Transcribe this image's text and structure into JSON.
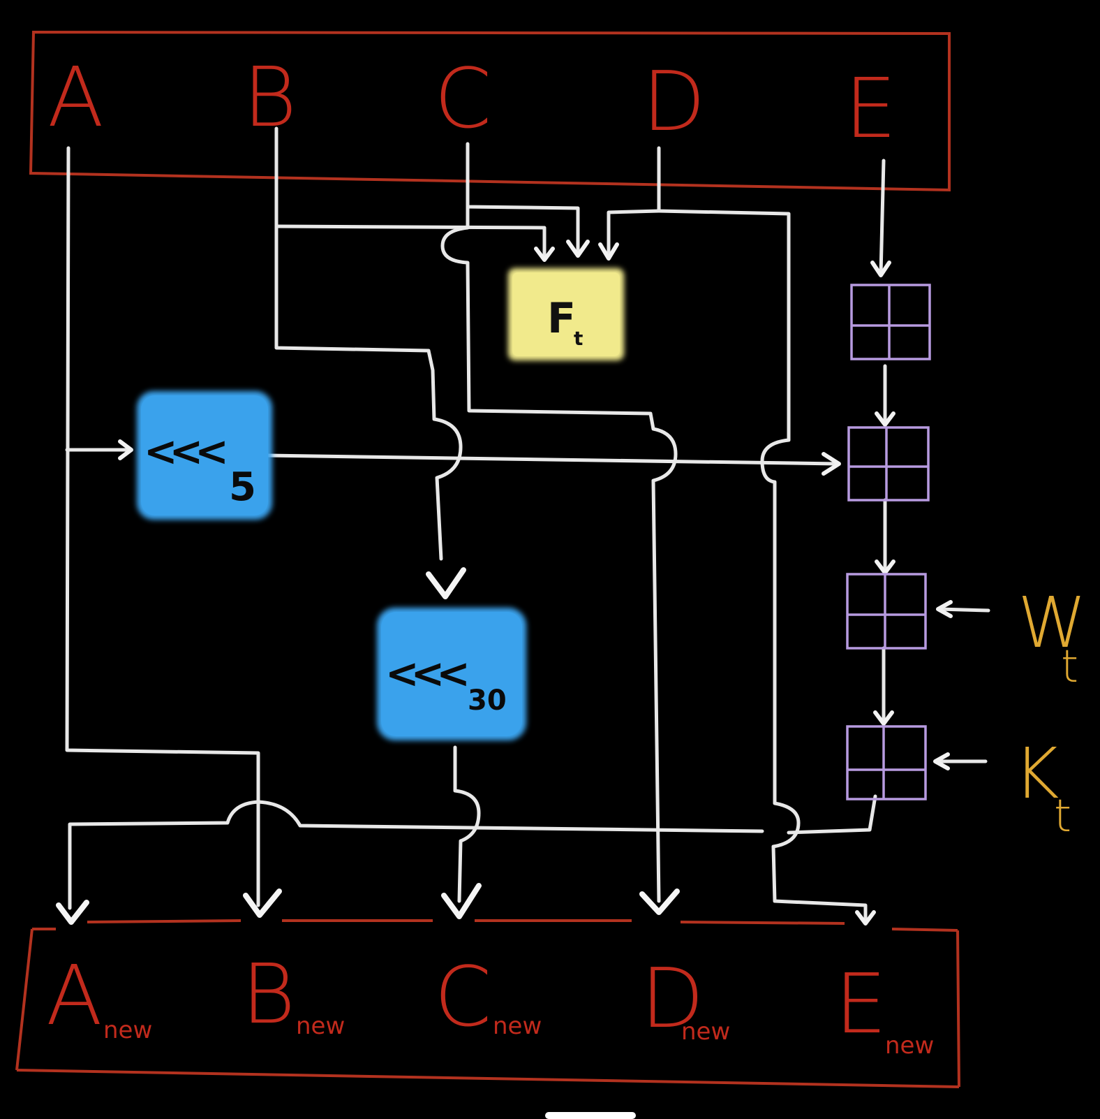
{
  "diagram": {
    "background": "#000000",
    "colors": {
      "frame": "#b3321f",
      "label": "#c22a1c",
      "wire": "#e8e8e8",
      "function_box": "#f1ea8c",
      "rotate_box": "#3aa2ec",
      "grid": "#b79be0",
      "constants": "#e0a932"
    },
    "inputs": {
      "a": "A",
      "b": "B",
      "c": "C",
      "d": "D",
      "e": "E"
    },
    "outputs": {
      "a": {
        "letter": "A",
        "sub": "new"
      },
      "b": {
        "letter": "B",
        "sub": "new"
      },
      "c": {
        "letter": "C",
        "sub": "new"
      },
      "d": {
        "letter": "D",
        "sub": "new"
      },
      "e": {
        "letter": "E",
        "sub": "new"
      }
    },
    "function_box": {
      "letter": "F",
      "sub": "t"
    },
    "rotate_a": {
      "symbol": "<<<",
      "amount": "5"
    },
    "rotate_b": {
      "symbol": "<<<",
      "amount": "30"
    },
    "constants": {
      "w": {
        "letter": "W",
        "sub": "t"
      },
      "k": {
        "letter": "K",
        "sub": "t"
      }
    },
    "icons": {
      "adder": "modular-addition-grid-icon",
      "arrow": "arrowhead-icon"
    }
  }
}
